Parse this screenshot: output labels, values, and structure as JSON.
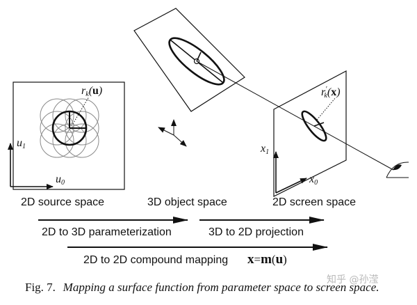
{
  "labels": {
    "source_space": "2D source space",
    "object_space": "3D object space",
    "screen_space": "2D screen space"
  },
  "mappings": {
    "param": "2D to 3D parameterization",
    "projection": "3D to 2D projection",
    "compound": "2D to 2D compound mapping",
    "compound_formula": "x=m(u)"
  },
  "symbols": {
    "rk_u": "r_k(u)",
    "rk_prime_x": "r'_k(x)",
    "u1": "u_1",
    "u0": "u_0",
    "x1": "x_1",
    "x0": "x_0"
  },
  "caption": {
    "prefix": "Fig. 7.",
    "text": "Mapping a surface function from parameter space to screen space."
  },
  "watermark": "知乎 @孙滢"
}
